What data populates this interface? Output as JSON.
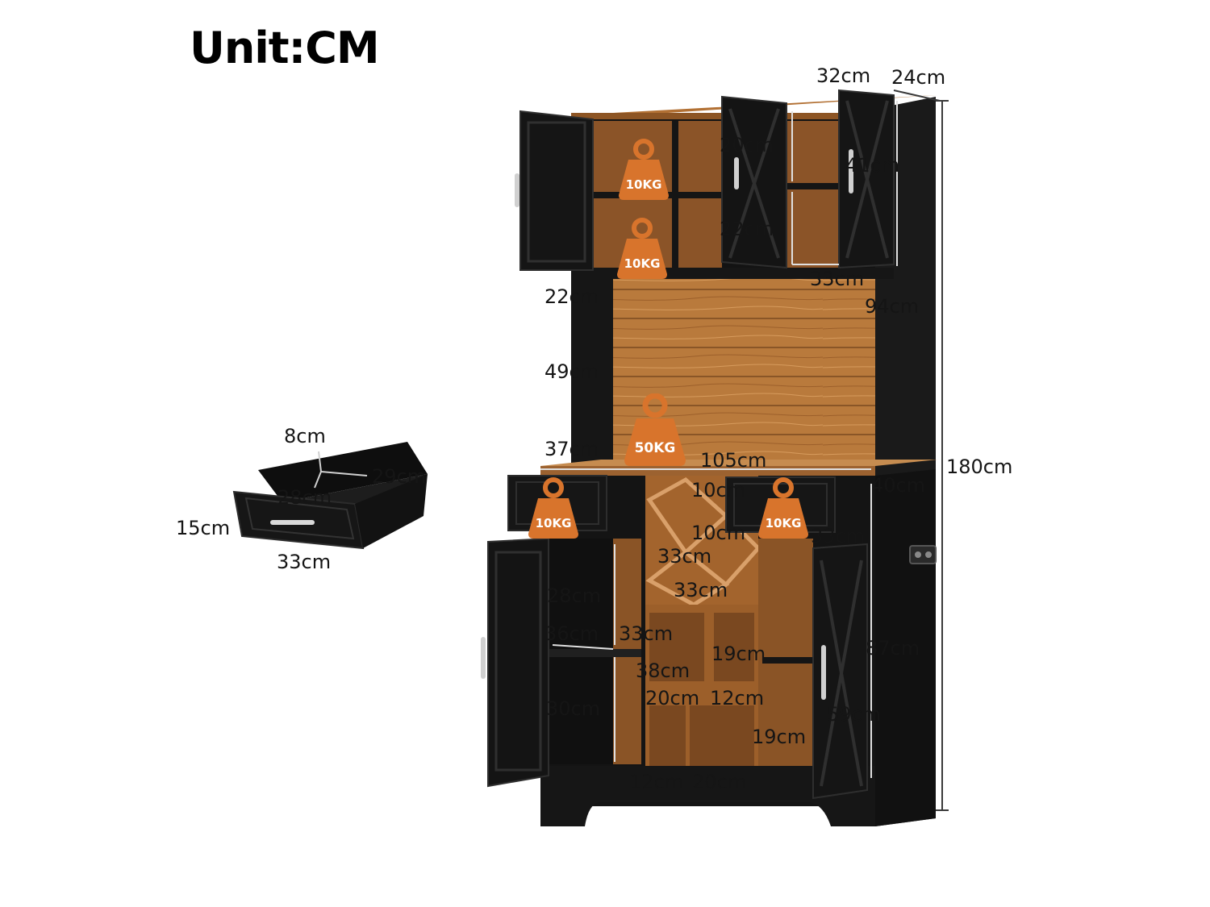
{
  "title": "Unit:CM",
  "colors": {
    "black": "#141414",
    "wood": "#a9682f",
    "woodLight": "#c98d4f",
    "badge": "#d8742c"
  },
  "weights": {
    "shelf_upper": "10KG",
    "shelf_lower": "10KG",
    "counter": "50KG",
    "drawer_left": "10KG",
    "drawer_right": "10KG"
  },
  "dims": {
    "depth_top": "32cm",
    "depth_side": "24cm",
    "upper_shelf_high": "20cm",
    "upper_shelf_low": "22cm",
    "upper_door": "41cm",
    "upper_width": "33cm",
    "hutch_gap": "22cm",
    "hutch_height": "94cm",
    "hutch_mid": "49cm",
    "hutch_side": "37cm",
    "total_width": "105cm",
    "total_height": "180cm",
    "base_depth": "40cm",
    "wine_top": "10cm",
    "wine_mid": "10cm",
    "wine_width1": "33cm",
    "wine_width2": "33cm",
    "right_shelf_width": "33cm",
    "left_upper": "28cm",
    "left_depth": "36cm",
    "left_width": "33cm",
    "cube_height": "19cm",
    "cube_depth": "38cm",
    "cube_w20": "20cm",
    "cube_w12": "12cm",
    "cube_height2": "19cm",
    "left_lower": "30cm",
    "bottom_12": "12cm",
    "bottom_20": "20cm",
    "base_height": "87cm",
    "right_door": "59cm",
    "drawer_height": "8cm",
    "drawer_depth": "29cm",
    "drawer_inner": "28cm",
    "drawer_front": "15cm",
    "drawer_width": "33cm"
  }
}
